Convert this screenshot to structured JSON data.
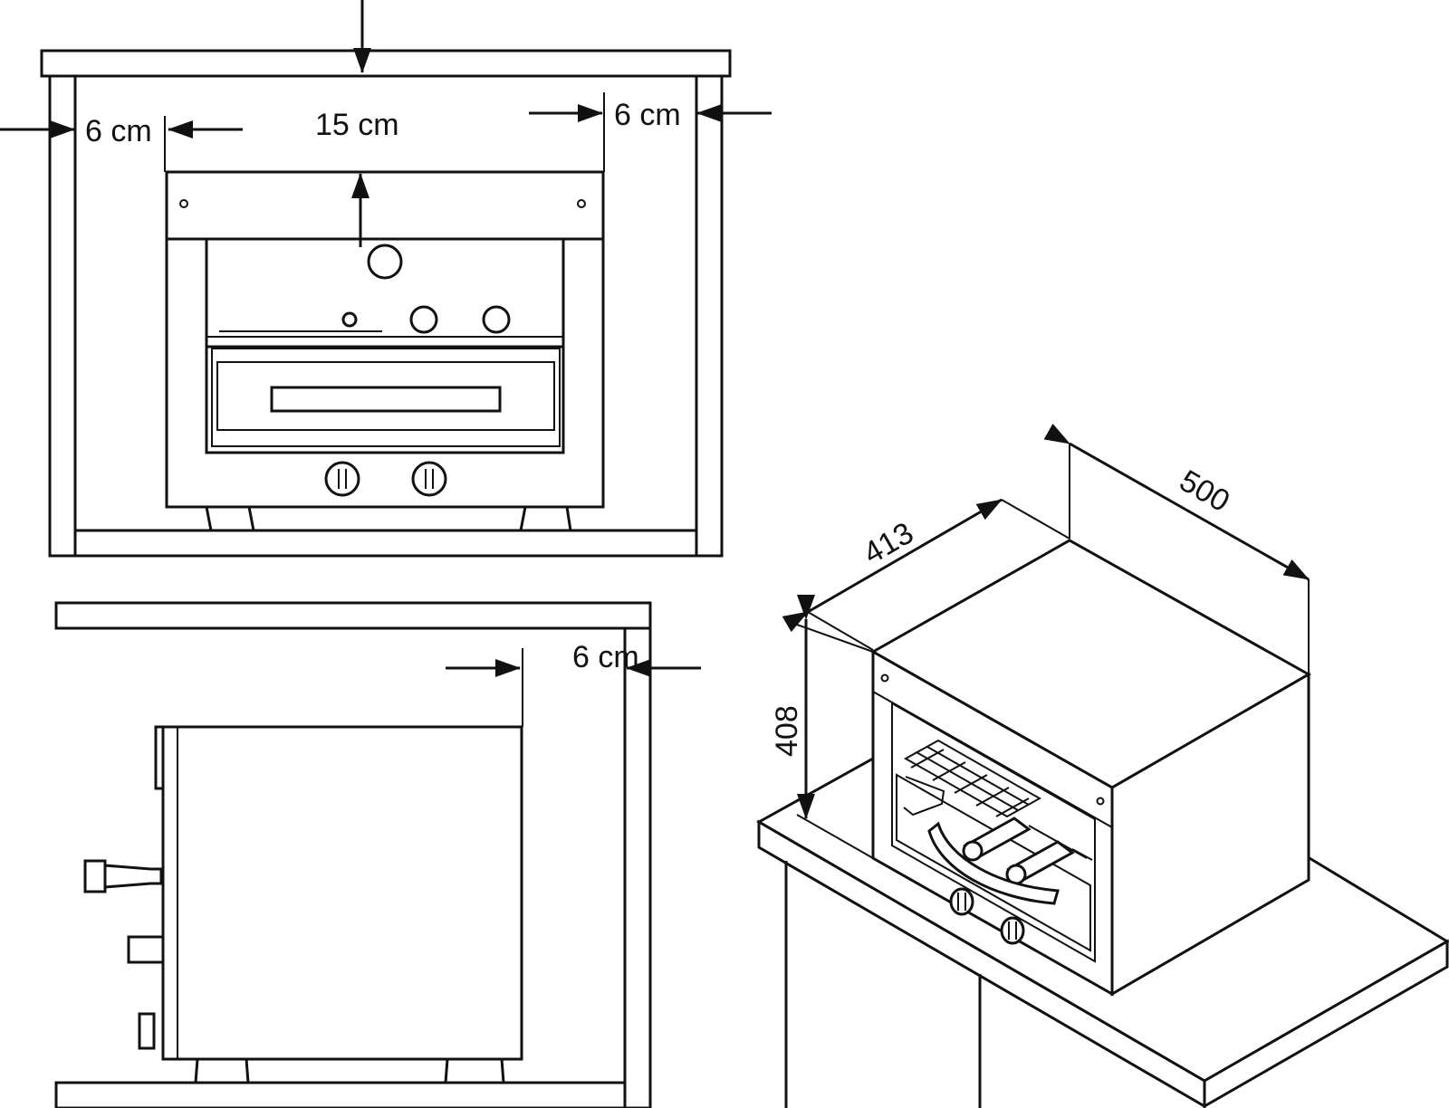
{
  "colors": {
    "line": "#111111",
    "background": "#ffffff"
  },
  "front_view": {
    "dim_left_gap": "6 cm",
    "dim_top_gap": "15 cm",
    "dim_right_gap": "6 cm"
  },
  "side_view": {
    "dim_rear_gap": "6 cm"
  },
  "iso_view": {
    "dim_width": "413",
    "dim_depth": "500",
    "dim_height": "408"
  }
}
